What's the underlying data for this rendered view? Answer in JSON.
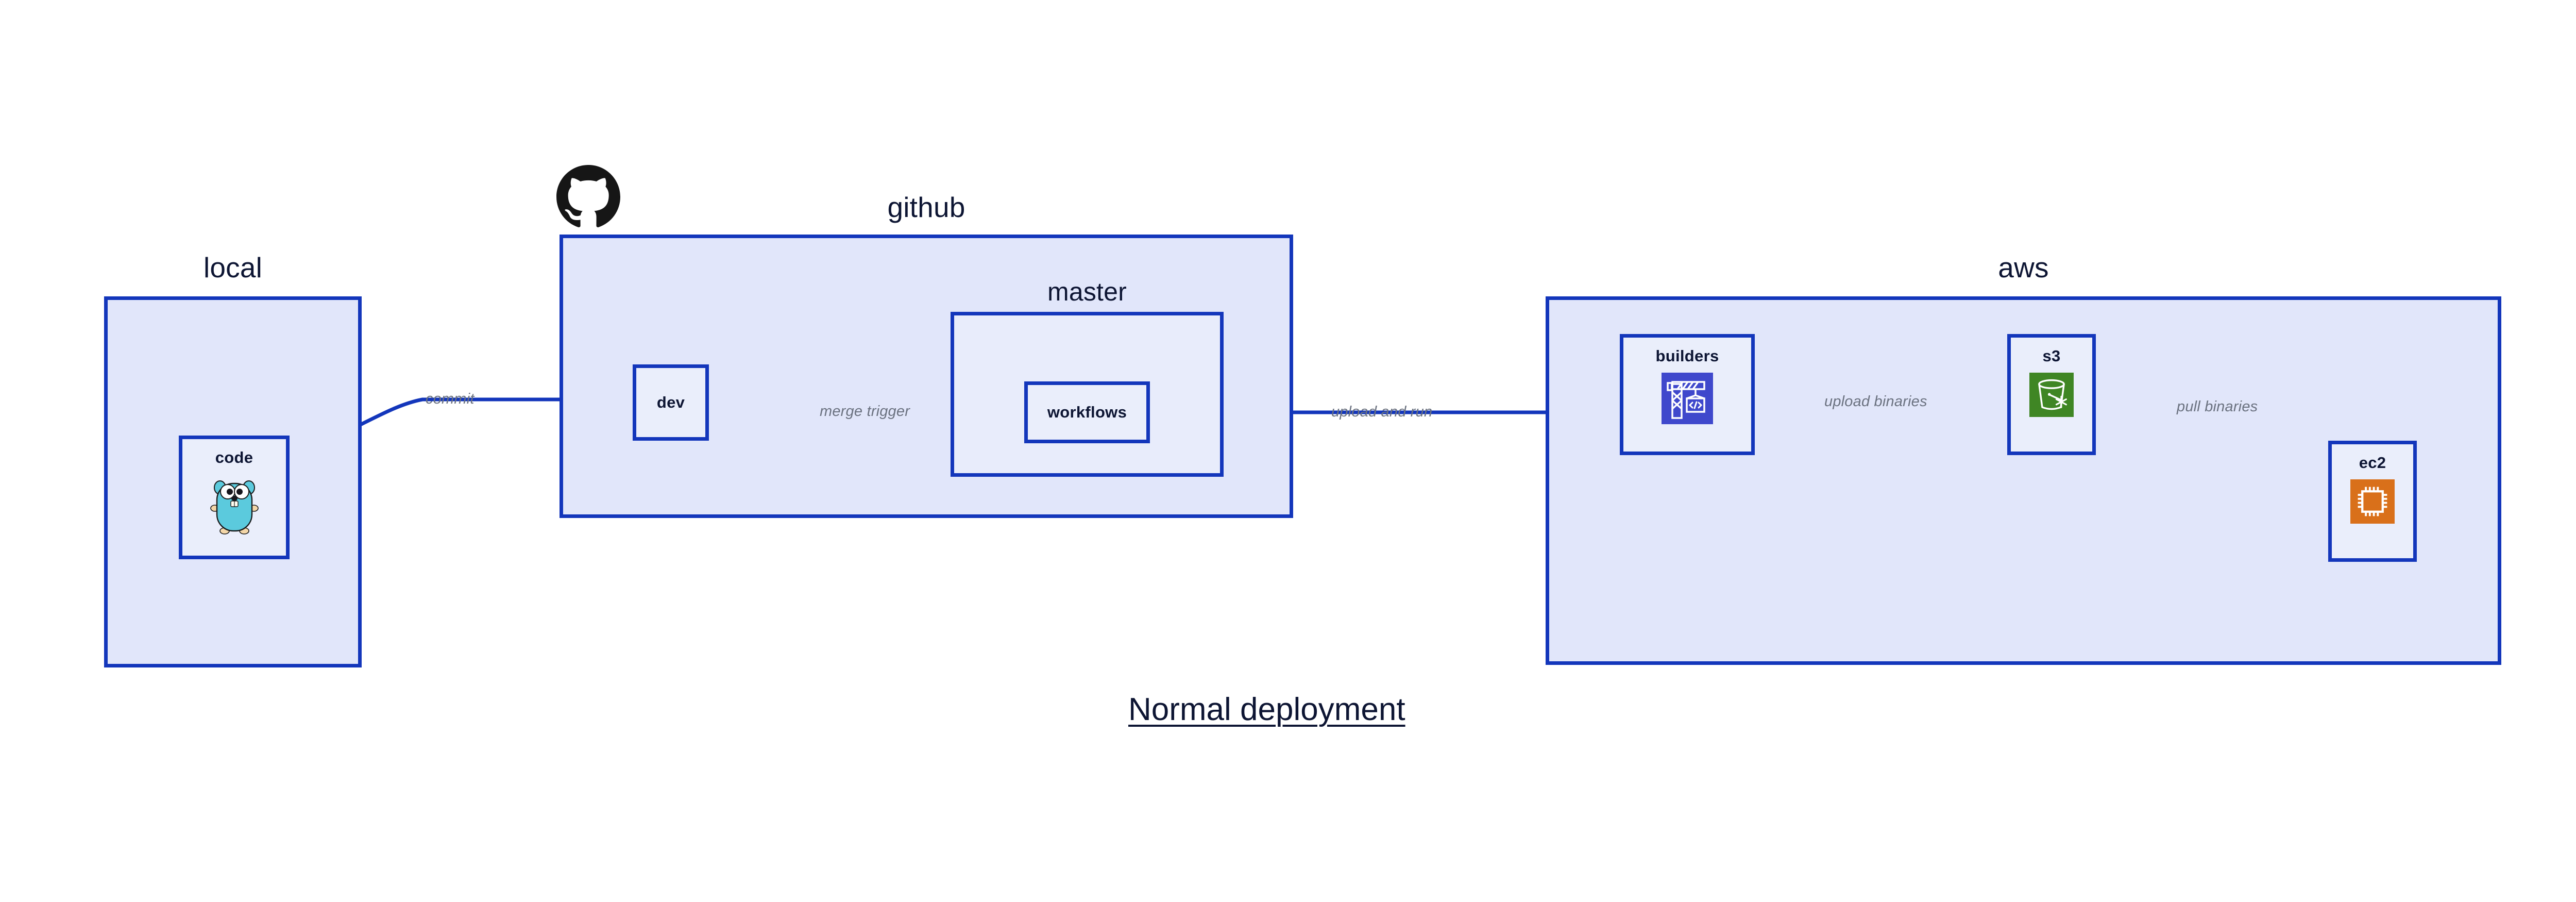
{
  "diagram": {
    "title": "Normal deployment",
    "accent_color": "#1336bb",
    "group_fill": "#e1e6fa",
    "node_fill": "#eaeefb",
    "label_color": "#0d1533",
    "edge_label_color": "#6b7280"
  },
  "groups": [
    {
      "id": "local",
      "label": "local",
      "nodes": [
        {
          "id": "code",
          "label": "code",
          "icon": "go-gopher-icon"
        }
      ]
    },
    {
      "id": "github",
      "label": "github",
      "logo": "github-octocat-icon",
      "nodes": [
        {
          "id": "dev",
          "label": "dev",
          "icon": "none"
        }
      ],
      "subgroups": [
        {
          "id": "master",
          "label": "master",
          "nodes": [
            {
              "id": "workflows",
              "label": "workflows",
              "icon": "none"
            }
          ]
        }
      ]
    },
    {
      "id": "aws",
      "label": "aws",
      "nodes": [
        {
          "id": "builders",
          "label": "builders",
          "icon": "aws-codebuild-crane-icon",
          "icon_color": "#3f48cc"
        },
        {
          "id": "s3",
          "label": "s3",
          "icon": "aws-s3-bucket-icon",
          "icon_color": "#3f8624"
        },
        {
          "id": "ec2",
          "label": "ec2",
          "icon": "aws-ec2-chip-icon",
          "icon_color": "#d9701a"
        }
      ]
    }
  ],
  "edges": [
    {
      "id": "commit",
      "from": "code",
      "to": "dev",
      "label": "commit"
    },
    {
      "id": "merge-trigger",
      "from": "dev",
      "to": "workflows",
      "label": "merge trigger"
    },
    {
      "id": "upload-and-run",
      "from": "workflows",
      "to": "builders",
      "label": "upload and run"
    },
    {
      "id": "upload-binaries",
      "from": "builders",
      "to": "s3",
      "label": "upload binaries"
    },
    {
      "id": "pull-binaries",
      "from": "s3",
      "to": "ec2",
      "label": "pull binaries"
    }
  ]
}
